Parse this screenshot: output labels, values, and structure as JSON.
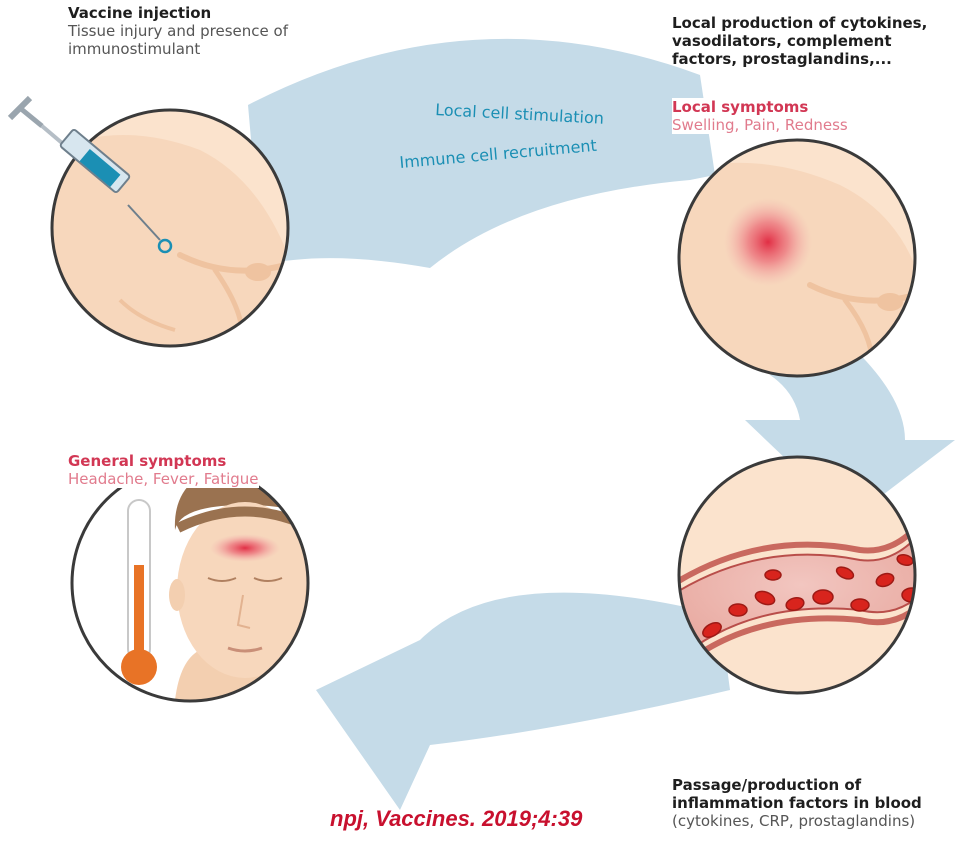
{
  "steps": {
    "injection": {
      "title": "Vaccine injection",
      "desc_line1": "Tissue injury and presence of",
      "desc_line2": "immunostimulant"
    },
    "local_production": {
      "line1": "Local production of cytokines,",
      "line2": "vasodilators, complement",
      "line3": "factors, prostaglandins,..."
    },
    "local_symptoms": {
      "title": "Local symptoms",
      "desc": "Swelling, Pain, Redness"
    },
    "arrow_labels": {
      "stimulation": "Local cell stimulation",
      "recruitment": "Immune cell recruitment"
    },
    "general_symptoms": {
      "title": "General symptoms",
      "desc": "Headache, Fever, Fatigue"
    },
    "blood": {
      "line1": "Passage/production of",
      "line2": "inflammation factors in blood",
      "line3": "(cytokines, CRP, prostaglandins)"
    }
  },
  "citation": "npj, Vaccines. 2019;4:39",
  "colors": {
    "arrow": "#c5dbe8",
    "skin": "#fbe3cd",
    "skin_shadow": "#efc3a0",
    "inflammation": "#e0364e",
    "accent_blue": "#1b8fb4",
    "title_red": "#d23754"
  }
}
